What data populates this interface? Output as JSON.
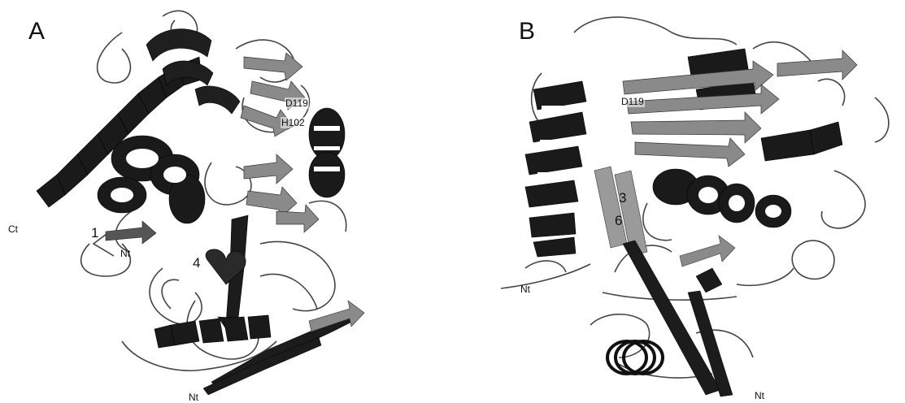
{
  "panels": [
    {
      "letter": "A",
      "labels": {
        "ct": "Ct",
        "nt_left": "Nt",
        "nt_bottom": "Nt",
        "strand_1": "1",
        "strand_4": "4",
        "residue_d119": "D119",
        "residue_h102": "H102"
      }
    },
    {
      "letter": "B",
      "labels": {
        "nt_left": "Nt",
        "nt_bottom": "Nt",
        "residue_d119": "D119",
        "strand_3": "3",
        "strand_6": "6"
      }
    }
  ],
  "colors": {
    "helix_dark": "#1a1a1a",
    "strand_grey": "#8a8a8a",
    "coil": "#444444",
    "background": "#ffffff"
  }
}
